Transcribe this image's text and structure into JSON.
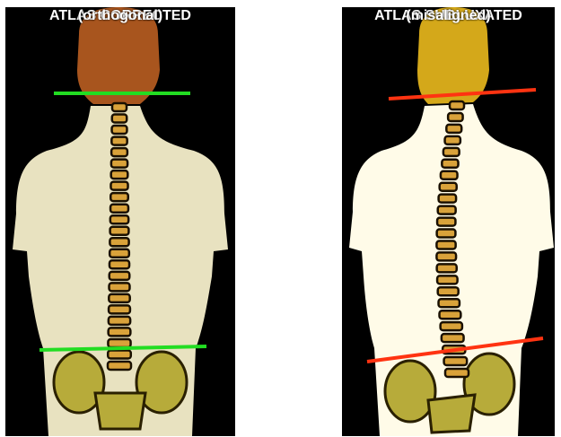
{
  "panels": [
    {
      "title": "ATLAS CORRECTED",
      "subtitle": "(orthogonal)",
      "state": "corrected",
      "line_color": "#22dd22"
    },
    {
      "title": "ATLAS SUBLUXATED",
      "subtitle": "(misaligned)",
      "state": "subluxated",
      "line_color": "#ff3311"
    }
  ],
  "colors": {
    "skin_left": "#e8e2c0",
    "skin_right": "#fffbe8",
    "head_left": "#a8551e",
    "head_right": "#d4a81a",
    "spine": "#d9a23a",
    "pelvis": "#b7ab3a"
  }
}
